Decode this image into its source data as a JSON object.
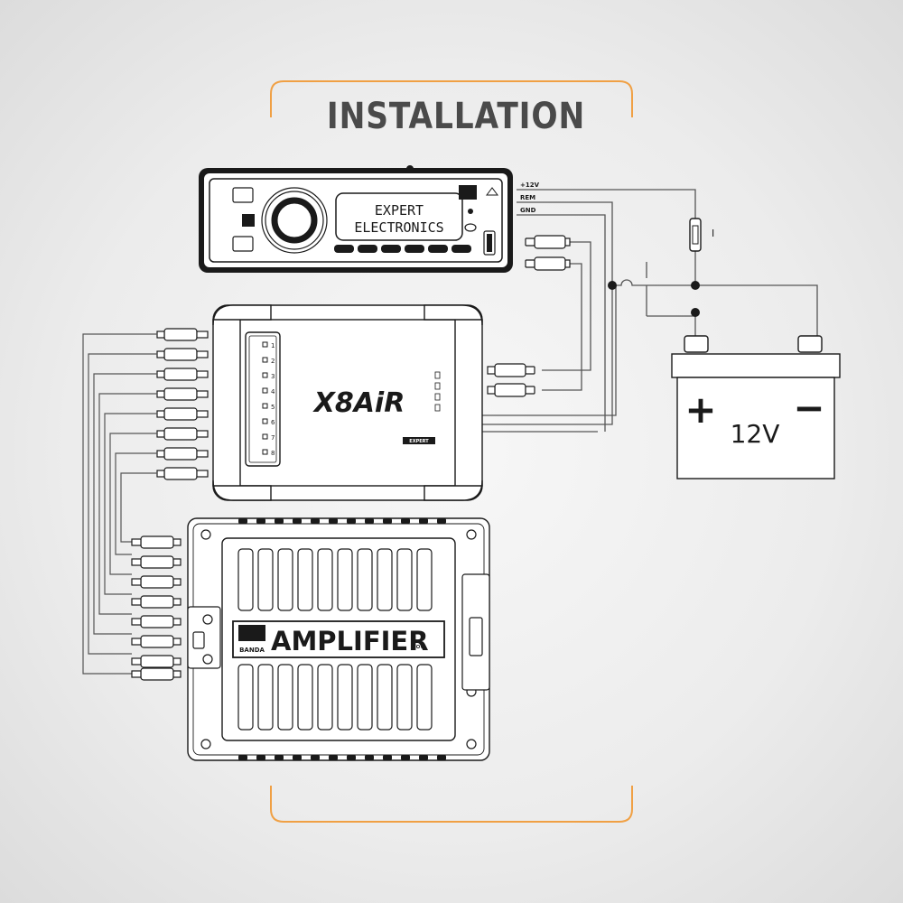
{
  "title": "INSTALLATION",
  "colors": {
    "frame": "#f0a044",
    "line": "#1a1a1a",
    "title": "#4a4a4a"
  },
  "radio": {
    "display_line1": "EXPERT",
    "display_line2": "ELECTRONICS"
  },
  "wire_labels": {
    "plus12v": "+12V",
    "rem": "REM",
    "gnd": "GND"
  },
  "fuse_label": "I",
  "processor": {
    "logo": "X8AiR",
    "channels": [
      "1",
      "2",
      "3",
      "4",
      "5",
      "6",
      "7",
      "8"
    ],
    "badge": "EXPERT"
  },
  "battery": {
    "plus": "+",
    "minus": "−",
    "voltage": "12V"
  },
  "amplifier": {
    "brand_top": "BANDA",
    "label": "AMPLIFIER"
  }
}
